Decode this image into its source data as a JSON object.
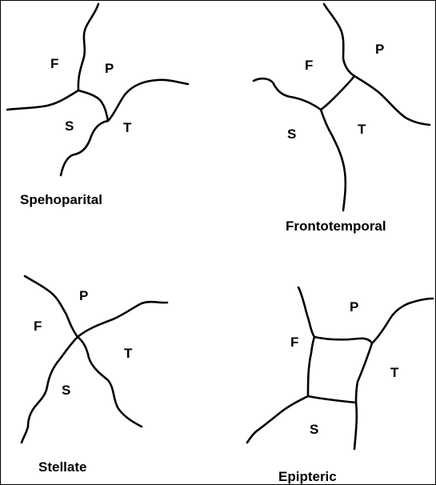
{
  "panels": [
    {
      "title": "Spehoparital",
      "labels": {
        "frontal": "F",
        "parietal": "P",
        "sphenoid": "S",
        "temporal": "T"
      }
    },
    {
      "title": "Frontotemporal",
      "labels": {
        "frontal": "F",
        "parietal": "P",
        "sphenoid": "S",
        "temporal": "T"
      }
    },
    {
      "title": "Stellate",
      "labels": {
        "frontal": "F",
        "parietal": "P",
        "sphenoid": "S",
        "temporal": "T"
      }
    },
    {
      "title": "Epipteric",
      "labels": {
        "frontal": "F",
        "parietal": "P",
        "sphenoid": "S",
        "temporal": "T"
      }
    }
  ]
}
